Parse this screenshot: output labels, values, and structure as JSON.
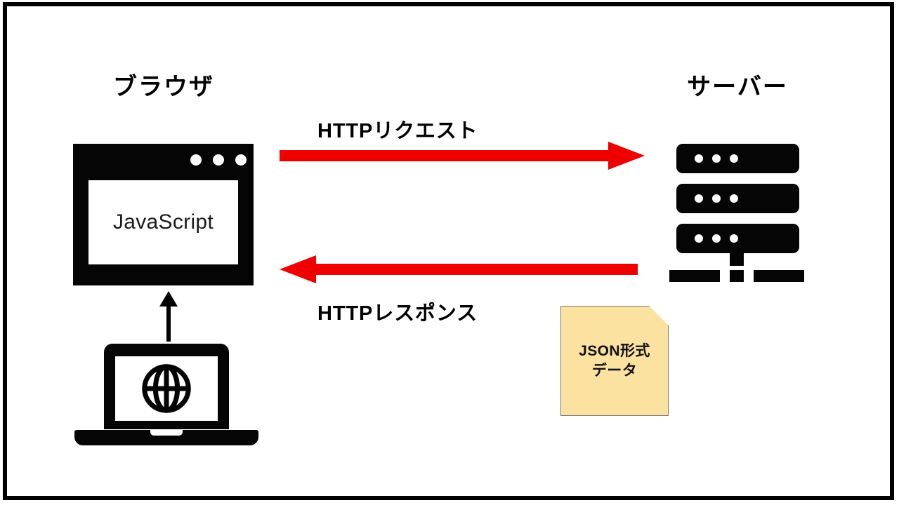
{
  "slide": {
    "background_color": "#ffffff",
    "frame_color": "#000000",
    "accent_red": "#ee0000",
    "note_fill": "#fbe2a0"
  },
  "browser": {
    "title": "ブラウザ",
    "window_text": "JavaScript",
    "titlebar_dots": 3
  },
  "server": {
    "title": "サーバー",
    "rack_units": 3,
    "dots_per_unit": 3
  },
  "flows": [
    {
      "id": "request",
      "label": "HTTPリクエスト",
      "direction": "right",
      "color": "#ee0000"
    },
    {
      "id": "response",
      "label": "HTTPレスポンス",
      "direction": "left",
      "color": "#ee0000"
    }
  ],
  "user_flow": {
    "direction": "up",
    "color": "#000000"
  },
  "note": {
    "line1": "JSON形式",
    "line2": "データ"
  },
  "icons": {
    "browser": "browser-window-icon",
    "server": "server-rack-icon",
    "laptop": "laptop-globe-icon",
    "globe": "globe-icon",
    "note": "document-note-icon"
  }
}
